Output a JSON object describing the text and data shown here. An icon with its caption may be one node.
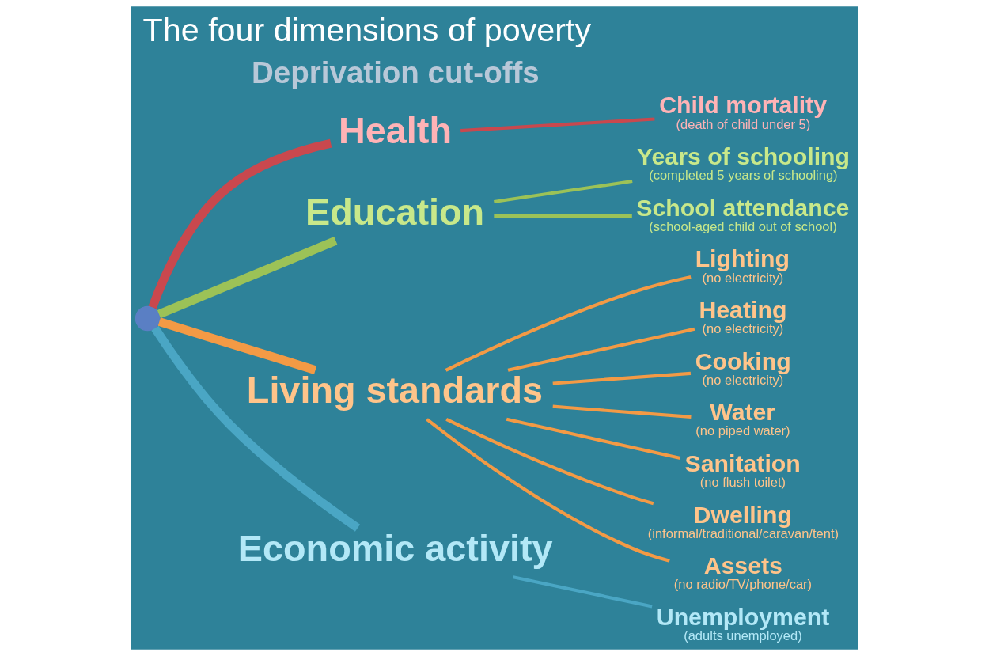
{
  "diagram": {
    "title": "The four dimensions of poverty",
    "nodes": [
      {
        "text": [],
        "shape": "circle"
      },
      {
        "text": [
          "Health"
        ]
      },
      {
        "text": [
          "Education"
        ]
      },
      {
        "text": [
          "Living standards"
        ]
      },
      {
        "text": [
          "Economic activity"
        ]
      },
      {
        "text": [
          "Child mortality",
          "(death of child under 5)"
        ]
      },
      {
        "text": [
          "Years of schooling",
          "(completed 5 years of schooling)"
        ]
      },
      {
        "text": [
          "School attendance",
          "(school-aged child out of school)"
        ]
      },
      {
        "text": [
          "Lighting",
          "(no electricity)"
        ]
      },
      {
        "text": [
          "Heating",
          "(no electricity)"
        ]
      },
      {
        "text": [
          "Cooking",
          "(no electricity)"
        ]
      },
      {
        "text": [
          "Water",
          "(no piped water)"
        ]
      },
      {
        "text": [
          "Sanitation",
          "(no flush toilet)"
        ]
      },
      {
        "text": [
          "Dwelling",
          "(informal/traditional/caravan/tent)"
        ]
      },
      {
        "text": [
          "Assets",
          "(no radio/TV/phone/car)"
        ]
      },
      {
        "text": [
          "Unemployment",
          "(adults unemployed)"
        ]
      }
    ],
    "edges": [
      {
        "from": 0,
        "to": 1,
        "arrow": "none",
        "style": "thick",
        "color": "#c9484e"
      },
      {
        "from": 0,
        "to": 2,
        "arrow": "none",
        "style": "thick",
        "color": "#9cc257"
      },
      {
        "from": 0,
        "to": 3,
        "arrow": "none",
        "style": "thick"
      },
      {
        "from": 0,
        "to": 4,
        "arrow": "none",
        "style": "thick",
        "color": "#4aa6c4"
      },
      {
        "from": 1,
        "to": 5,
        "arrow": "none",
        "color": "#c9484e"
      },
      {
        "from": 2,
        "to": 6,
        "arrow": "none",
        "color": "#9cc257"
      },
      {
        "from": 2,
        "to": 7,
        "arrow": "none",
        "color": "#9cc257"
      },
      {
        "from": 3,
        "to": 8,
        "arrow": "none"
      },
      {
        "from": 3,
        "to": 9,
        "arrow": "none"
      },
      {
        "from": 3,
        "to": 10,
        "arrow": "none"
      },
      {
        "from": 3,
        "to": 11,
        "arrow": "none"
      },
      {
        "from": 3,
        "to": 12,
        "arrow": "none"
      },
      {
        "from": 3,
        "to": 13,
        "arrow": "none"
      },
      {
        "from": 3,
        "to": 14,
        "arrow": "none"
      },
      {
        "from": 4,
        "to": 15,
        "arrow": "none",
        "color": "#4aa6c4"
      }
    ],
    "labels": [
      "Deprivation cut-offs"
    ]
  }
}
